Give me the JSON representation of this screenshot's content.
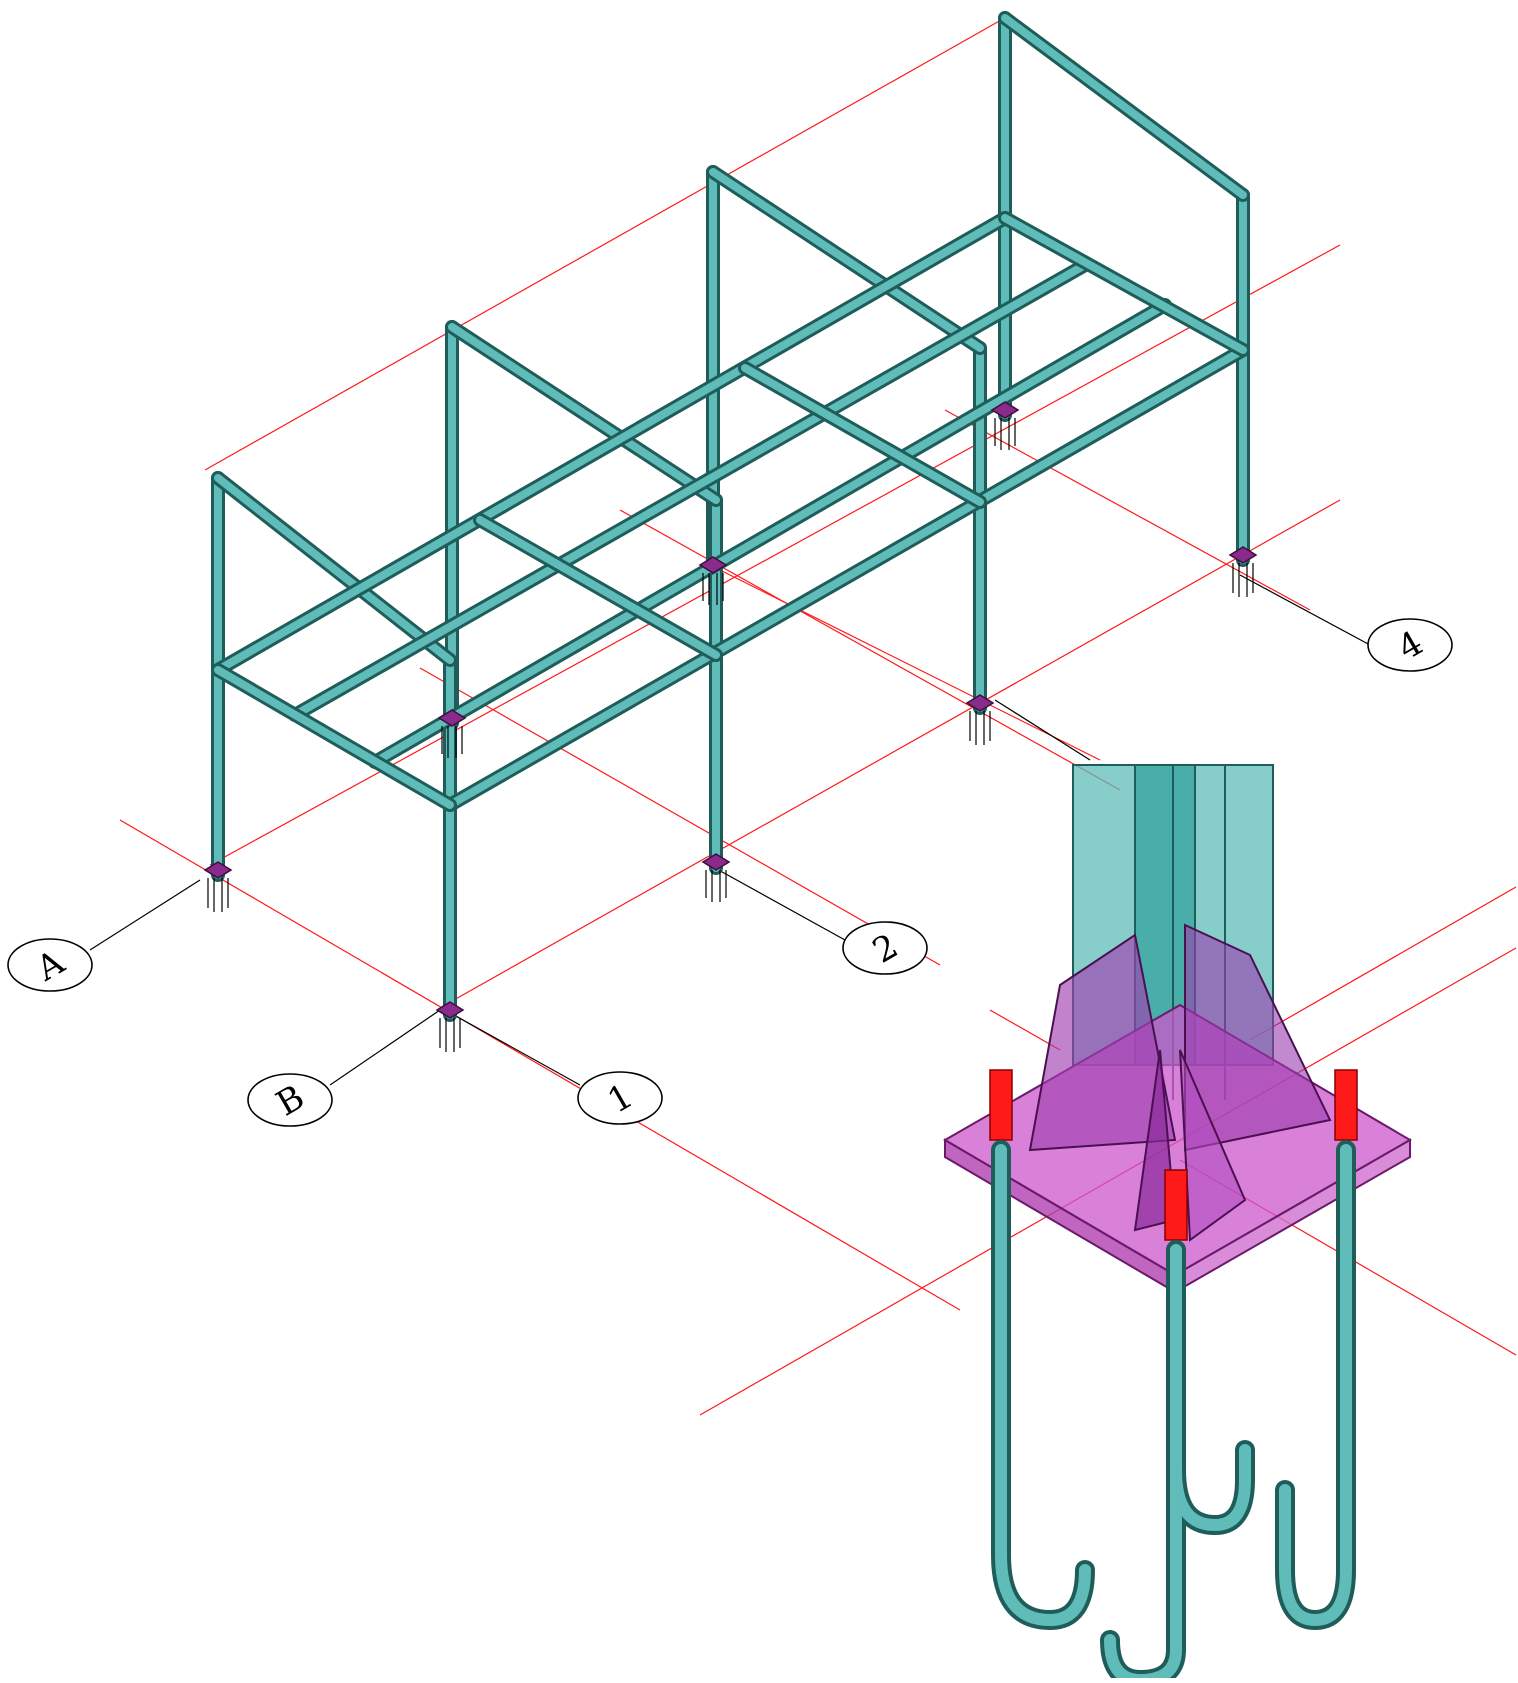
{
  "grid_labels": [
    "A",
    "B",
    "1",
    "2",
    "4"
  ],
  "colors": {
    "steel": "#5fbcb8",
    "steel_dark": "#1f5d5a",
    "plate": "#cc55cc",
    "gusset": "#a040b0",
    "bolt": "#ff1a1a",
    "grid_line": "#ff1a1a"
  }
}
